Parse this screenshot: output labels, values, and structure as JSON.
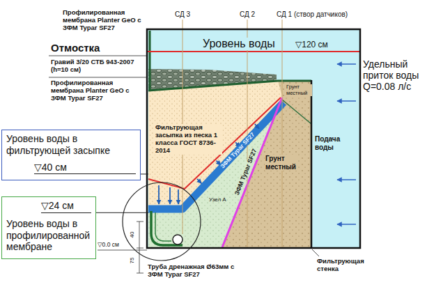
{
  "diagram": {
    "nodes": [
      {
        "text": [
          "Уровень воды в фильтрующей засыпке",
          "▽40 см"
        ]
      },
      {
        "text": [
          "▽24 см",
          "Уровень воды в профилированной мембране"
        ]
      }
    ],
    "labels": [
      "Профилированная мембрана Planter GeO с ЗФМ Typar SF27",
      "Отмостка",
      "Гравий 3/20 СТБ 943-2007 (h=10 см)",
      "Профилированная мембрана Planter GeO с ЗФМ Typar SF27",
      "СД 3",
      "СД 2",
      "СД 1 (створ датчиков)",
      "Уровень воды",
      "▽120 см",
      "Удельный приток воды Q=0.08 л/с",
      "Грунт местный",
      "Фильтрующая засыпка из песка 1 класса ГОСТ 8736-2014",
      "ЗФМ Typar SF27",
      "Узел А",
      "ЗФМ Typar SF27",
      "Грунт местный",
      "Подача воды",
      "40",
      "75",
      "▽0.0 см",
      "Труба дренажная Ø63мм с ЗФМ Typar SF27",
      "Фильтрующая стенка"
    ]
  }
}
